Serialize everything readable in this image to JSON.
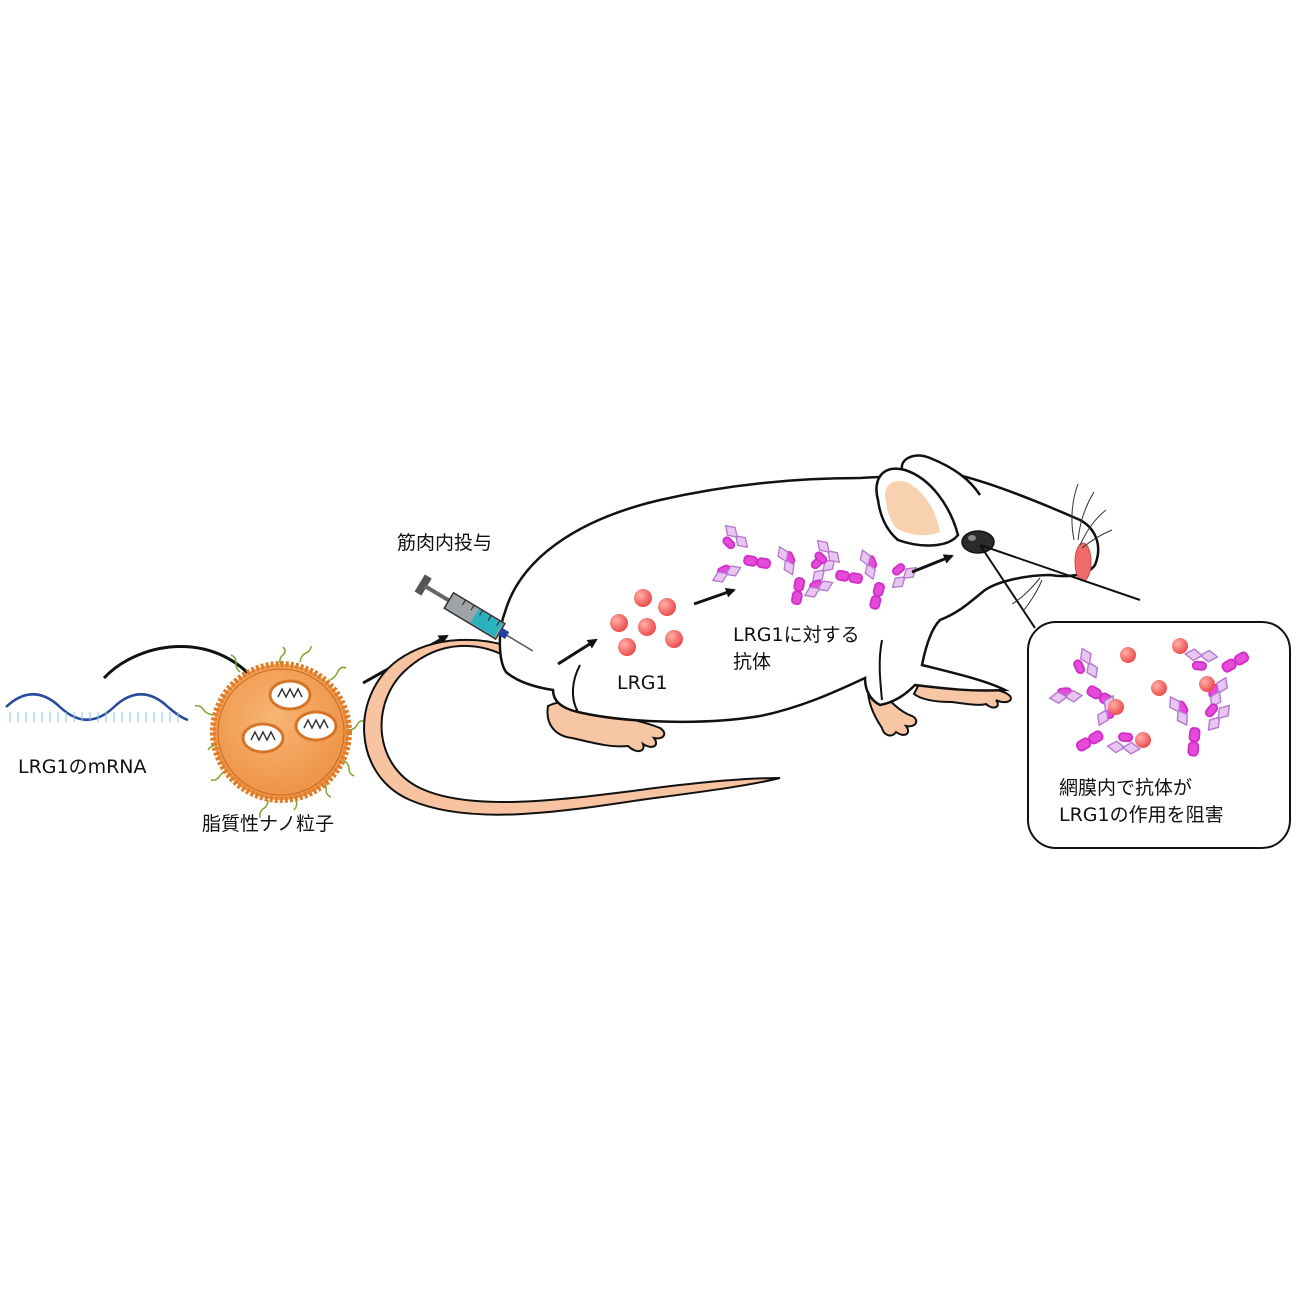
{
  "labels": {
    "mrna": "LRG1のmRNA",
    "nanoparticle": "脂質性ナノ粒子",
    "injection": "筋肉内投与",
    "protein": "LRG1",
    "antibody_line1": "LRG1に対する",
    "antibody_line2": "抗体",
    "callout_line1": "網膜内で抗体が",
    "callout_line2": "LRG1の作用を阻害"
  },
  "colors": {
    "mrna": "#2a4b9c",
    "nanoparticle": "#f3a25a",
    "nanoparticle_rim": "#e0812c",
    "lipid_tail": "#7aa833",
    "lrg1_dot": "#f06060",
    "antibody_heavy": "#e040d8",
    "antibody_light": "#d59ae0",
    "skin": "#f8c6a4",
    "ear": "#f8d2b0",
    "nose": "#f06a6a",
    "outline": "#111111"
  }
}
